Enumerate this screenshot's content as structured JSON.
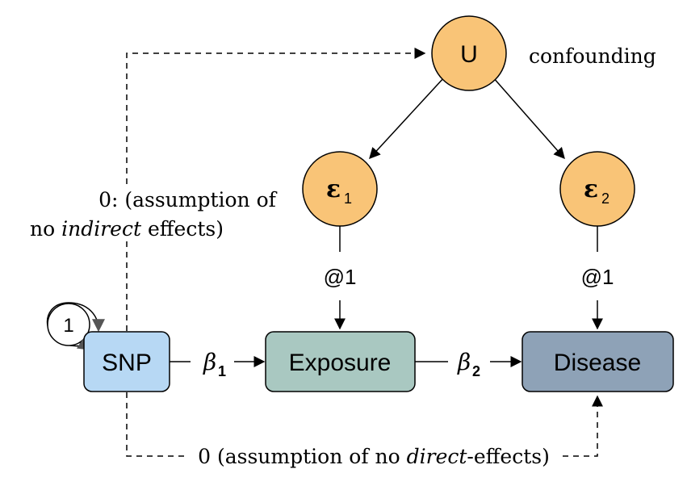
{
  "nodes": {
    "u": {
      "label": "U",
      "fill": "#f9c477"
    },
    "eps1": {
      "symbol": "ε",
      "sub": "1",
      "fill": "#f9c477"
    },
    "eps2": {
      "symbol": "ε",
      "sub": "2",
      "fill": "#f9c477"
    },
    "snp": {
      "label": "SNP",
      "fill": "#b7d8f4"
    },
    "exposure": {
      "label": "Exposure",
      "fill": "#a9c8c1"
    },
    "disease": {
      "label": "Disease",
      "fill": "#8ea2b7"
    }
  },
  "labels": {
    "confounding": "confounding",
    "self_loop": "1",
    "fixed1": "@1",
    "fixed2": "@1",
    "beta1_symbol": "β",
    "beta1_sub": "1",
    "beta2_symbol": "β",
    "beta2_sub": "2",
    "indirect_line1": "0: (assumption of",
    "indirect_line2_a": "no ",
    "indirect_line2_b": "indirect",
    "indirect_line2_c": " effects)",
    "direct_a": "0 (assumption of no ",
    "direct_b": "direct",
    "direct_c": "-effects)"
  },
  "colors": {
    "stroke": "#000000",
    "orange_node": "#f9c477",
    "snp": "#b7d8f4",
    "exposure": "#a9c8c1",
    "disease": "#8ea2b7"
  }
}
